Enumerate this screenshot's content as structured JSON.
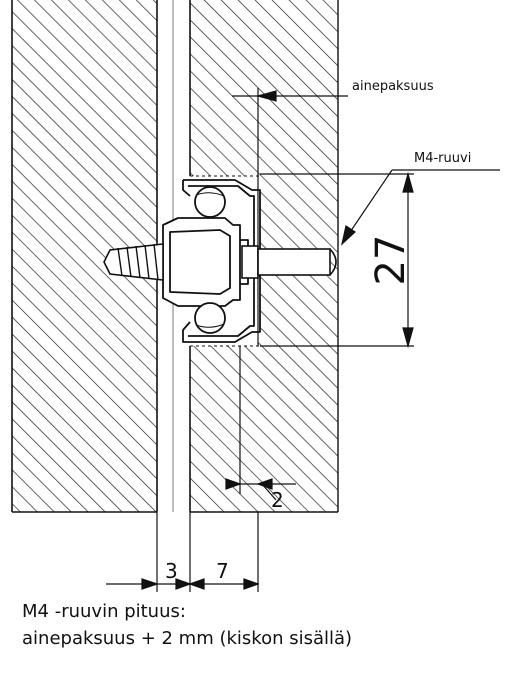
{
  "labels": {
    "material_thickness": "ainepaksuus",
    "screw": "M4-ruuvi",
    "height_dim": "27",
    "offset_dim": "2",
    "gap_dim": "3",
    "thickness_dim": "7"
  },
  "caption": {
    "line1": "M4 -ruuvin pituus:",
    "line2": "ainepaksuus + 2 mm (kiskon sisällä)"
  },
  "colors": {
    "ink": "#111111",
    "background": "#ffffff"
  }
}
